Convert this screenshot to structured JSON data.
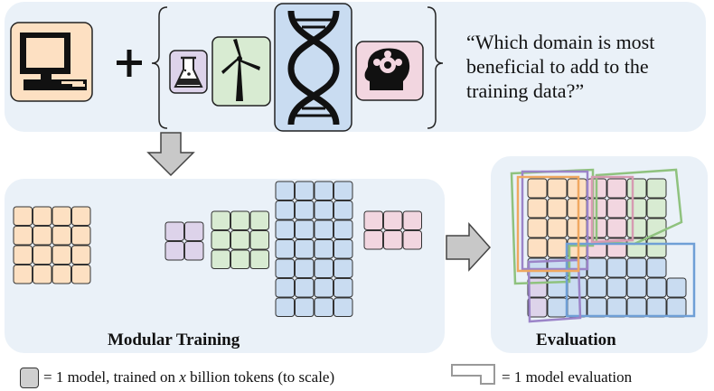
{
  "question": "“Which domain is most beneficial to add to the training data?”",
  "captions": {
    "training": "Modular Training",
    "evaluation": "Evaluation"
  },
  "legend": {
    "model_prefix": "= 1 model, trained on ",
    "model_var": "x",
    "model_suffix": " billion tokens (to scale)",
    "evaluation": "= 1 model evaluation"
  },
  "icons": {
    "base": "computer-icon",
    "plus": "plus-icon",
    "domains": [
      "science-flask-icon",
      "wind-turbine-icon",
      "dna-icon",
      "brain-gears-icon"
    ]
  },
  "colors": {
    "panel": "#eaf1f8",
    "base": "#fde0c2",
    "science": "#ddd3ea",
    "energy": "#d8ebd2",
    "biology": "#c9dcf1",
    "psychology": "#f2d6e0",
    "gray": "#cfcfcf",
    "eval_purple": "#9b84c8",
    "eval_green": "#8fc27e",
    "eval_blue": "#6f9fd6",
    "eval_pink": "#d69bb2",
    "eval_orange": "#f0a860"
  },
  "modules": [
    {
      "name": "base",
      "rows": 4,
      "cols": 4,
      "color": "#fde0c2"
    },
    {
      "name": "science",
      "rows": 2,
      "cols": 2,
      "color": "#ddd3ea"
    },
    {
      "name": "energy",
      "rows": 3,
      "cols": 3,
      "color": "#d8ebd2"
    },
    {
      "name": "biology",
      "rows": 7,
      "cols": 4,
      "color": "#c9dcf1"
    },
    {
      "name": "psychology",
      "rows": 2,
      "cols": 3,
      "color": "#f2d6e0"
    }
  ]
}
